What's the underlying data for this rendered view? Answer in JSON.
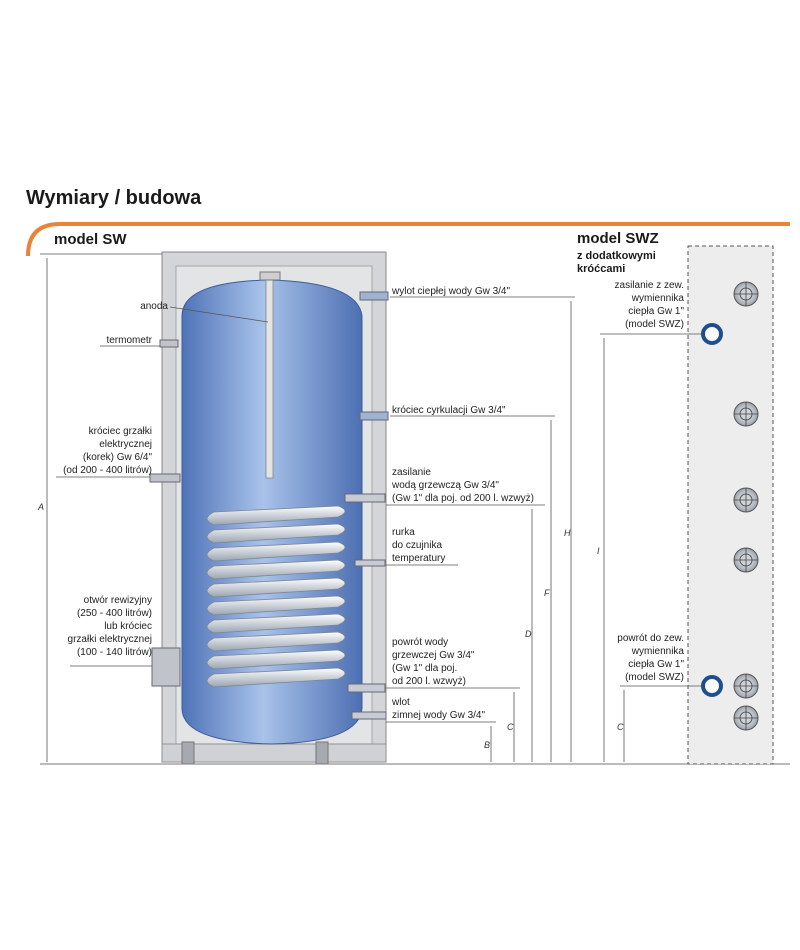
{
  "title": "Wymiary / budowa",
  "model_sw": "model SW",
  "model_swz": "model SWZ",
  "model_swz_sub": [
    "z dodatkowymi",
    "króćcami"
  ],
  "left_labels": {
    "anoda": [
      "anoda"
    ],
    "termometr": [
      "termometr"
    ],
    "heater": [
      "króciec grzałki",
      "elektrycznej",
      "(korek) Gw 6/4\"",
      "(od 200 - 400 litrów)"
    ],
    "inspection": [
      "otwór rewizyjny",
      "(250 - 400 litrów)",
      "lub króciec",
      "grzałki elektrycznej",
      "(100 - 140 litrów)"
    ]
  },
  "right_labels": {
    "hot_out": [
      "wylot ciepłej wody Gw 3/4\""
    ],
    "circulation": [
      "króciec cyrkulacji Gw 3/4\""
    ],
    "supply": [
      "zasilanie",
      "wodą grzewczą Gw 3/4\"",
      "(Gw 1\" dla poj. od 200 l. wzwyż)"
    ],
    "sensor": [
      "rurka",
      "do czujnika",
      "temperatury"
    ],
    "return": [
      "powrót wody",
      "grzewczej Gw 3/4\"",
      "(Gw 1\" dla poj.",
      "od 200 l. wzwyż)"
    ],
    "cold_in": [
      "wlot",
      "zimnej wody Gw 3/4\""
    ]
  },
  "swz_labels": {
    "ext_supply": [
      "zasilanie z zew.",
      "wymiennika",
      "ciepła Gw 1\"",
      "(model SWZ)"
    ],
    "ext_return": [
      "powrót do zew.",
      "wymiennika",
      "ciepła Gw 1\"",
      "(model SWZ)"
    ]
  },
  "dimensions": {
    "A": "A",
    "B": "B",
    "C": "C",
    "D": "D",
    "F": "F",
    "H": "H",
    "I": "I",
    "C2": "C"
  },
  "colors": {
    "accent": "#e8843a",
    "tank": "#6b8fcf",
    "tank_light": "#a9c3ec",
    "casing": "#d4d6d8",
    "coil": "#c9ced6",
    "ring": "#1e4f8a"
  }
}
